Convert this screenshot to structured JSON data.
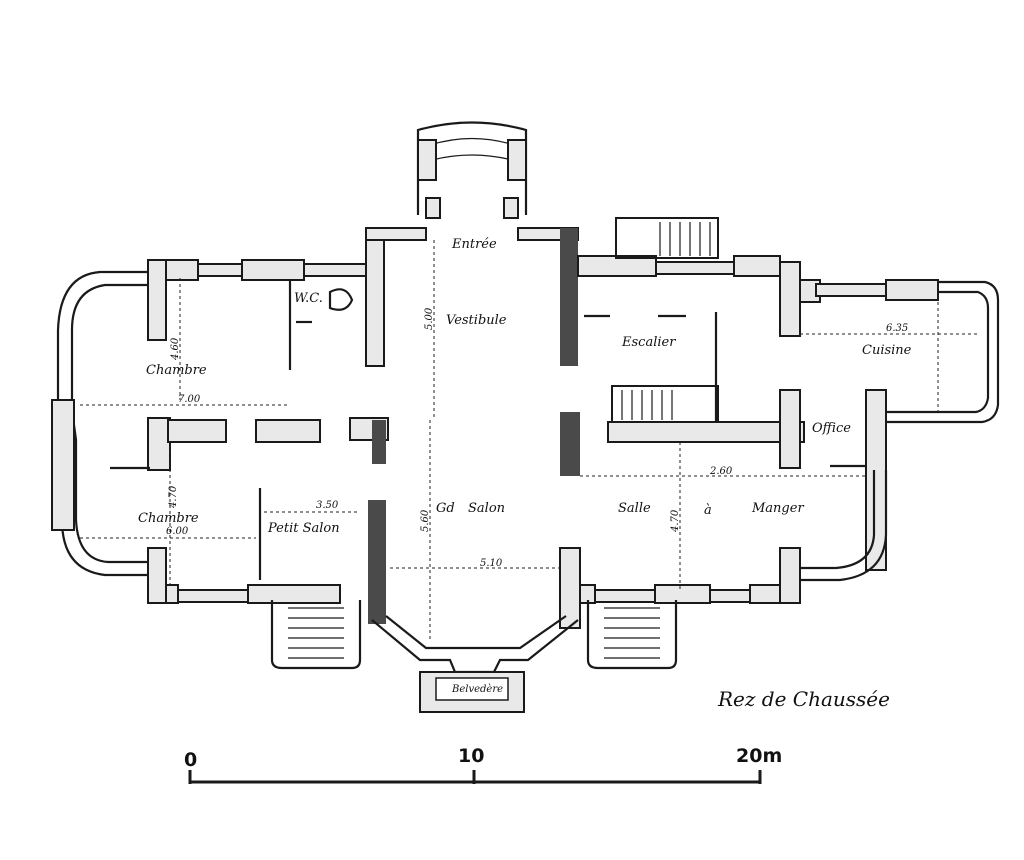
{
  "plan_title": "Rez de Chaussée",
  "rooms": {
    "entree": "Entrée",
    "vestibule": "Vestibule",
    "wc": "W.C.",
    "escalier": "Escalier",
    "cuisine": "Cuisine",
    "chambre_top": "Chambre",
    "chambre_bottom": "Chambre",
    "office": "Office",
    "grand_salon_prefix": "Gd",
    "grand_salon": "Salon",
    "salle": "Salle",
    "a": "à",
    "manger": "Manger",
    "petit_salon": "Petit Salon",
    "belvedere": "Belvedère"
  },
  "dimensions": {
    "d_460": "4.60",
    "d_700": "7.00",
    "d_470": "4.70",
    "d_600": "6.00",
    "d_350": "3.50",
    "d_500a": "5.00",
    "d_560": "5.60",
    "d_510": "5.10",
    "d_470b": "4.70",
    "d_260": "2.60",
    "d_635": "6.35"
  },
  "scale_bar": {
    "tick_0": "0",
    "tick_10": "10",
    "tick_20": "20m"
  }
}
